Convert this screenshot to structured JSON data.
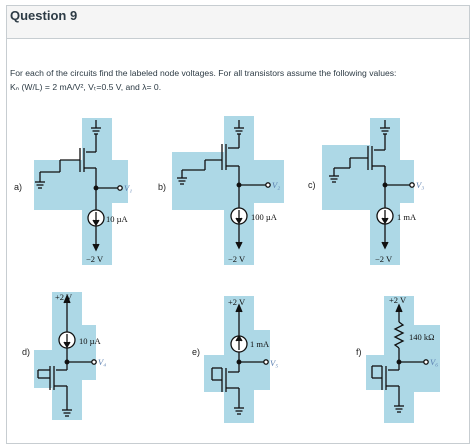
{
  "question": {
    "title": "Question 9",
    "prompt": "For each of the circuits find the labeled node voltages. For all transistors assume the following values:",
    "params": "Kₙ (W/L) = 2 mA/V², Vₜ=0.5 V, and λ= 0."
  },
  "circuits": {
    "a": {
      "label": "a)",
      "current": "10 µA",
      "supply": "−2 V",
      "node": "V₁"
    },
    "b": {
      "label": "b)",
      "current": "100 µA",
      "supply": "−2 V",
      "node": "V₂"
    },
    "c": {
      "label": "c)",
      "current": "1 mA",
      "supply": "−2 V",
      "node": "V₃"
    },
    "d": {
      "label": "d)",
      "current": "10 µA",
      "supply": "+2 V",
      "node": "V₄"
    },
    "e": {
      "label": "e)",
      "current": "1 mA",
      "supply": "+2 V",
      "node": "V₅"
    },
    "f": {
      "label": "f)",
      "resistor": "140 kΩ",
      "supply": "+2 V",
      "node": "V₆"
    }
  },
  "colors": {
    "panel": "#add8e6",
    "wire": "#111111",
    "node_label": "#5a7fb0"
  }
}
